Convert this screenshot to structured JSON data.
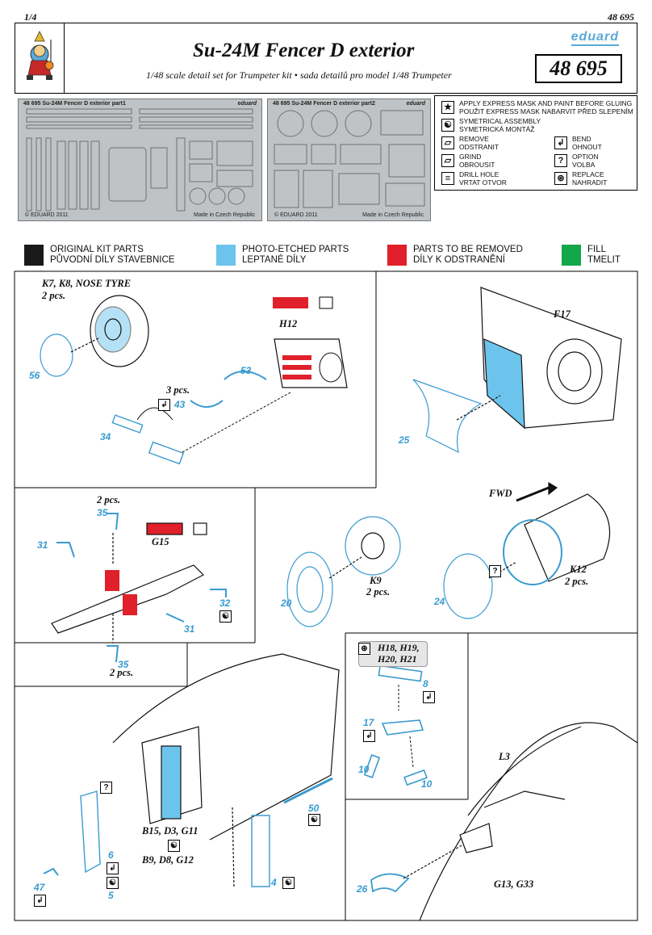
{
  "page": {
    "number": "1/4",
    "code": "48 695"
  },
  "header": {
    "title": "Su-24M Fencer D exterior",
    "subtitle": "1/48 scale detail set for Trumpeter kit • sada detailů pro model 1/48 Trumpeter",
    "brand": "eduard",
    "code": "48 695"
  },
  "frets": [
    {
      "label": "48 695   Su-24M Fencer D exterior   part1",
      "brand": "eduard",
      "copyright": "© EDUARD 2011",
      "made": "Made in Czech Republic"
    },
    {
      "label": "48 695   Su-24M Fencer D exterior   part2",
      "brand": "eduard",
      "copyright": "© EDUARD 2011",
      "made": "Made in Czech Republic"
    }
  ],
  "legend": [
    {
      "icon": "★",
      "icon_name": "mask-icon",
      "line1": "APPLY EXPRESS MASK AND PAINT BEFORE GLUING",
      "line2": "POUŽIT EXPRESS MASK NABARVIT PŘED SLEPENÍM"
    },
    {
      "icon": "☯",
      "icon_name": "symmetrical-icon",
      "line1": "SYMETRICAL ASSEMBLY",
      "line2": "SYMETRICKÁ MONTÁŽ"
    },
    {
      "icon": "▱",
      "icon_name": "remove-icon",
      "line1": "REMOVE",
      "line2": "ODSTRANIT"
    },
    {
      "icon": "↲",
      "icon_name": "bend-icon",
      "line1": "BEND",
      "line2": "OHNOUT"
    },
    {
      "icon": "▱",
      "icon_name": "grind-icon",
      "line1": "GRIND",
      "line2": "OBROUSIT"
    },
    {
      "icon": "?",
      "icon_name": "option-icon",
      "line1": "OPTION",
      "line2": "VOLBA"
    },
    {
      "icon": "≡",
      "icon_name": "drill-icon",
      "line1": "DRILL HOLE",
      "line2": "VRTAT OTVOR"
    },
    {
      "icon": "⊛",
      "icon_name": "replace-icon",
      "line1": "REPLACE",
      "line2": "NAHRADIT"
    }
  ],
  "colors": [
    {
      "hex": "#1a1a1a",
      "line1": "ORIGINAL KIT PARTS",
      "line2": "PŮVODNÍ DÍLY STAVEBNICE"
    },
    {
      "hex": "#6cc4ec",
      "line1": "PHOTO-ETCHED PARTS",
      "line2": "LEPTANÉ DÍLY"
    },
    {
      "hex": "#e0202a",
      "line1": "PARTS TO BE REMOVED",
      "line2": "DÍLY K ODSTRANĚNÍ"
    },
    {
      "hex": "#14a64a",
      "line1": "FILL",
      "line2": "TMELIT"
    }
  ],
  "steps": {
    "s1": {
      "title": "K7, K8, NOSE TYRE",
      "qty": "2 pcs.",
      "kit": "H12",
      "parts": [
        "56",
        "53",
        "43",
        "34"
      ],
      "qty2": "3 pcs."
    },
    "s2": {
      "kit": "F17",
      "parts": [
        "25"
      ]
    },
    "s3": {
      "qty_top": "2 pcs.",
      "qty_bot": "2 pcs.",
      "kit": "G15",
      "parts": [
        "35",
        "31",
        "32",
        "31",
        "35"
      ]
    },
    "s4": {
      "kit": "K9",
      "qty": "2 pcs.",
      "parts": [
        "20"
      ]
    },
    "s5": {
      "fwd": "FWD",
      "kit": "K12",
      "qty": "2 pcs.",
      "parts": [
        "24"
      ]
    },
    "s6": {
      "kit1": "B15, D3, G11",
      "kit2": "B9, D8, G12",
      "parts": [
        "50",
        "6",
        "5",
        "47",
        "4"
      ]
    },
    "s7": {
      "kit_line1": "H18, H19,",
      "kit_line2": "H20, H21",
      "parts": [
        "8",
        "17",
        "10",
        "10"
      ]
    },
    "s8": {
      "kit": "L3",
      "kit2": "G13, G33",
      "parts": [
        "26"
      ]
    }
  }
}
